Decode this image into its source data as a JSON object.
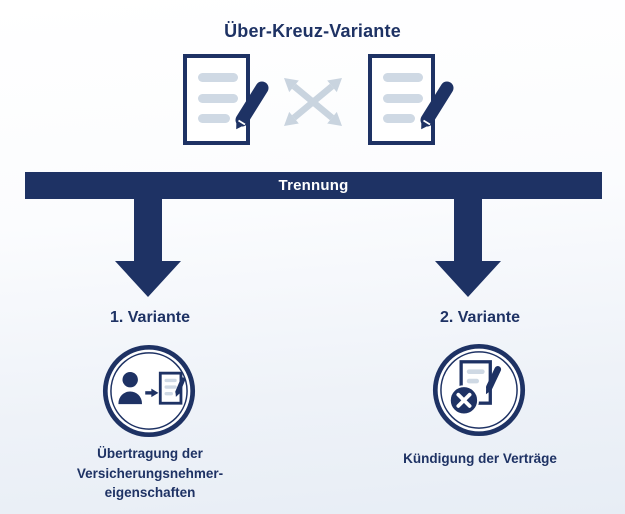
{
  "header": {
    "title": "Über-Kreuz-Variante"
  },
  "separator": {
    "label": "Trennung"
  },
  "top_icons": {
    "left": "document-pen-icon",
    "center": "cross-arrows-icon",
    "right": "document-pen-icon"
  },
  "variants": [
    {
      "label": "1. Variante",
      "icon": "policyholder-transfer-icon",
      "caption_lines": [
        "Übertragung der",
        "Versicherungsnehmer-",
        "eigenschaften"
      ]
    },
    {
      "label": "2. Variante",
      "icon": "contract-cancellation-icon",
      "caption_lines": [
        "Kündigung der Verträge"
      ]
    }
  ],
  "colors": {
    "navy": "#1e3264",
    "document_line_gray": "#cfd9e4",
    "cross_arrow_gray": "#c9d4df",
    "bar_text": "#ffffff",
    "background_top": "#ffffff",
    "background_bottom": "#e7edf5"
  }
}
